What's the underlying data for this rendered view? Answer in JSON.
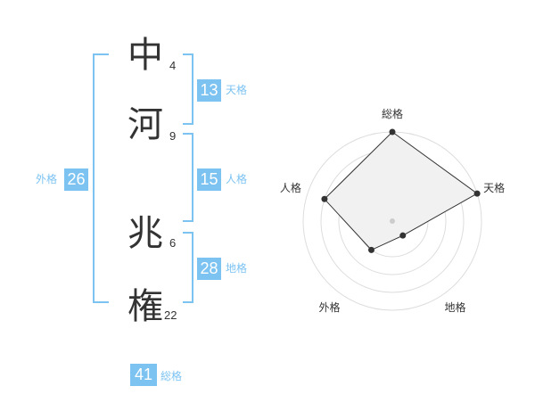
{
  "name": {
    "chars": [
      {
        "char": "中",
        "strokes": "4"
      },
      {
        "char": "河",
        "strokes": "9"
      },
      {
        "char": "兆",
        "strokes": "6"
      },
      {
        "char": "権",
        "strokes": "22"
      }
    ]
  },
  "fortunes": {
    "ten": {
      "value": "13",
      "label": "天格"
    },
    "jin": {
      "value": "15",
      "label": "人格"
    },
    "chi": {
      "value": "28",
      "label": "地格"
    },
    "gai": {
      "value": "26",
      "label": "外格"
    },
    "sou": {
      "value": "41",
      "label": "総格"
    }
  },
  "radar": {
    "labels": [
      "総格",
      "天格",
      "地格",
      "外格",
      "人格"
    ],
    "values": [
      1.0,
      1.0,
      0.2,
      0.4,
      0.8
    ],
    "max": 1.0,
    "colors": {
      "ring": "#dddddd",
      "fill": "#f1f1f1",
      "line": "#333333",
      "point": "#333333",
      "center": "#cccccc"
    }
  },
  "accent": "#7cc3f2"
}
